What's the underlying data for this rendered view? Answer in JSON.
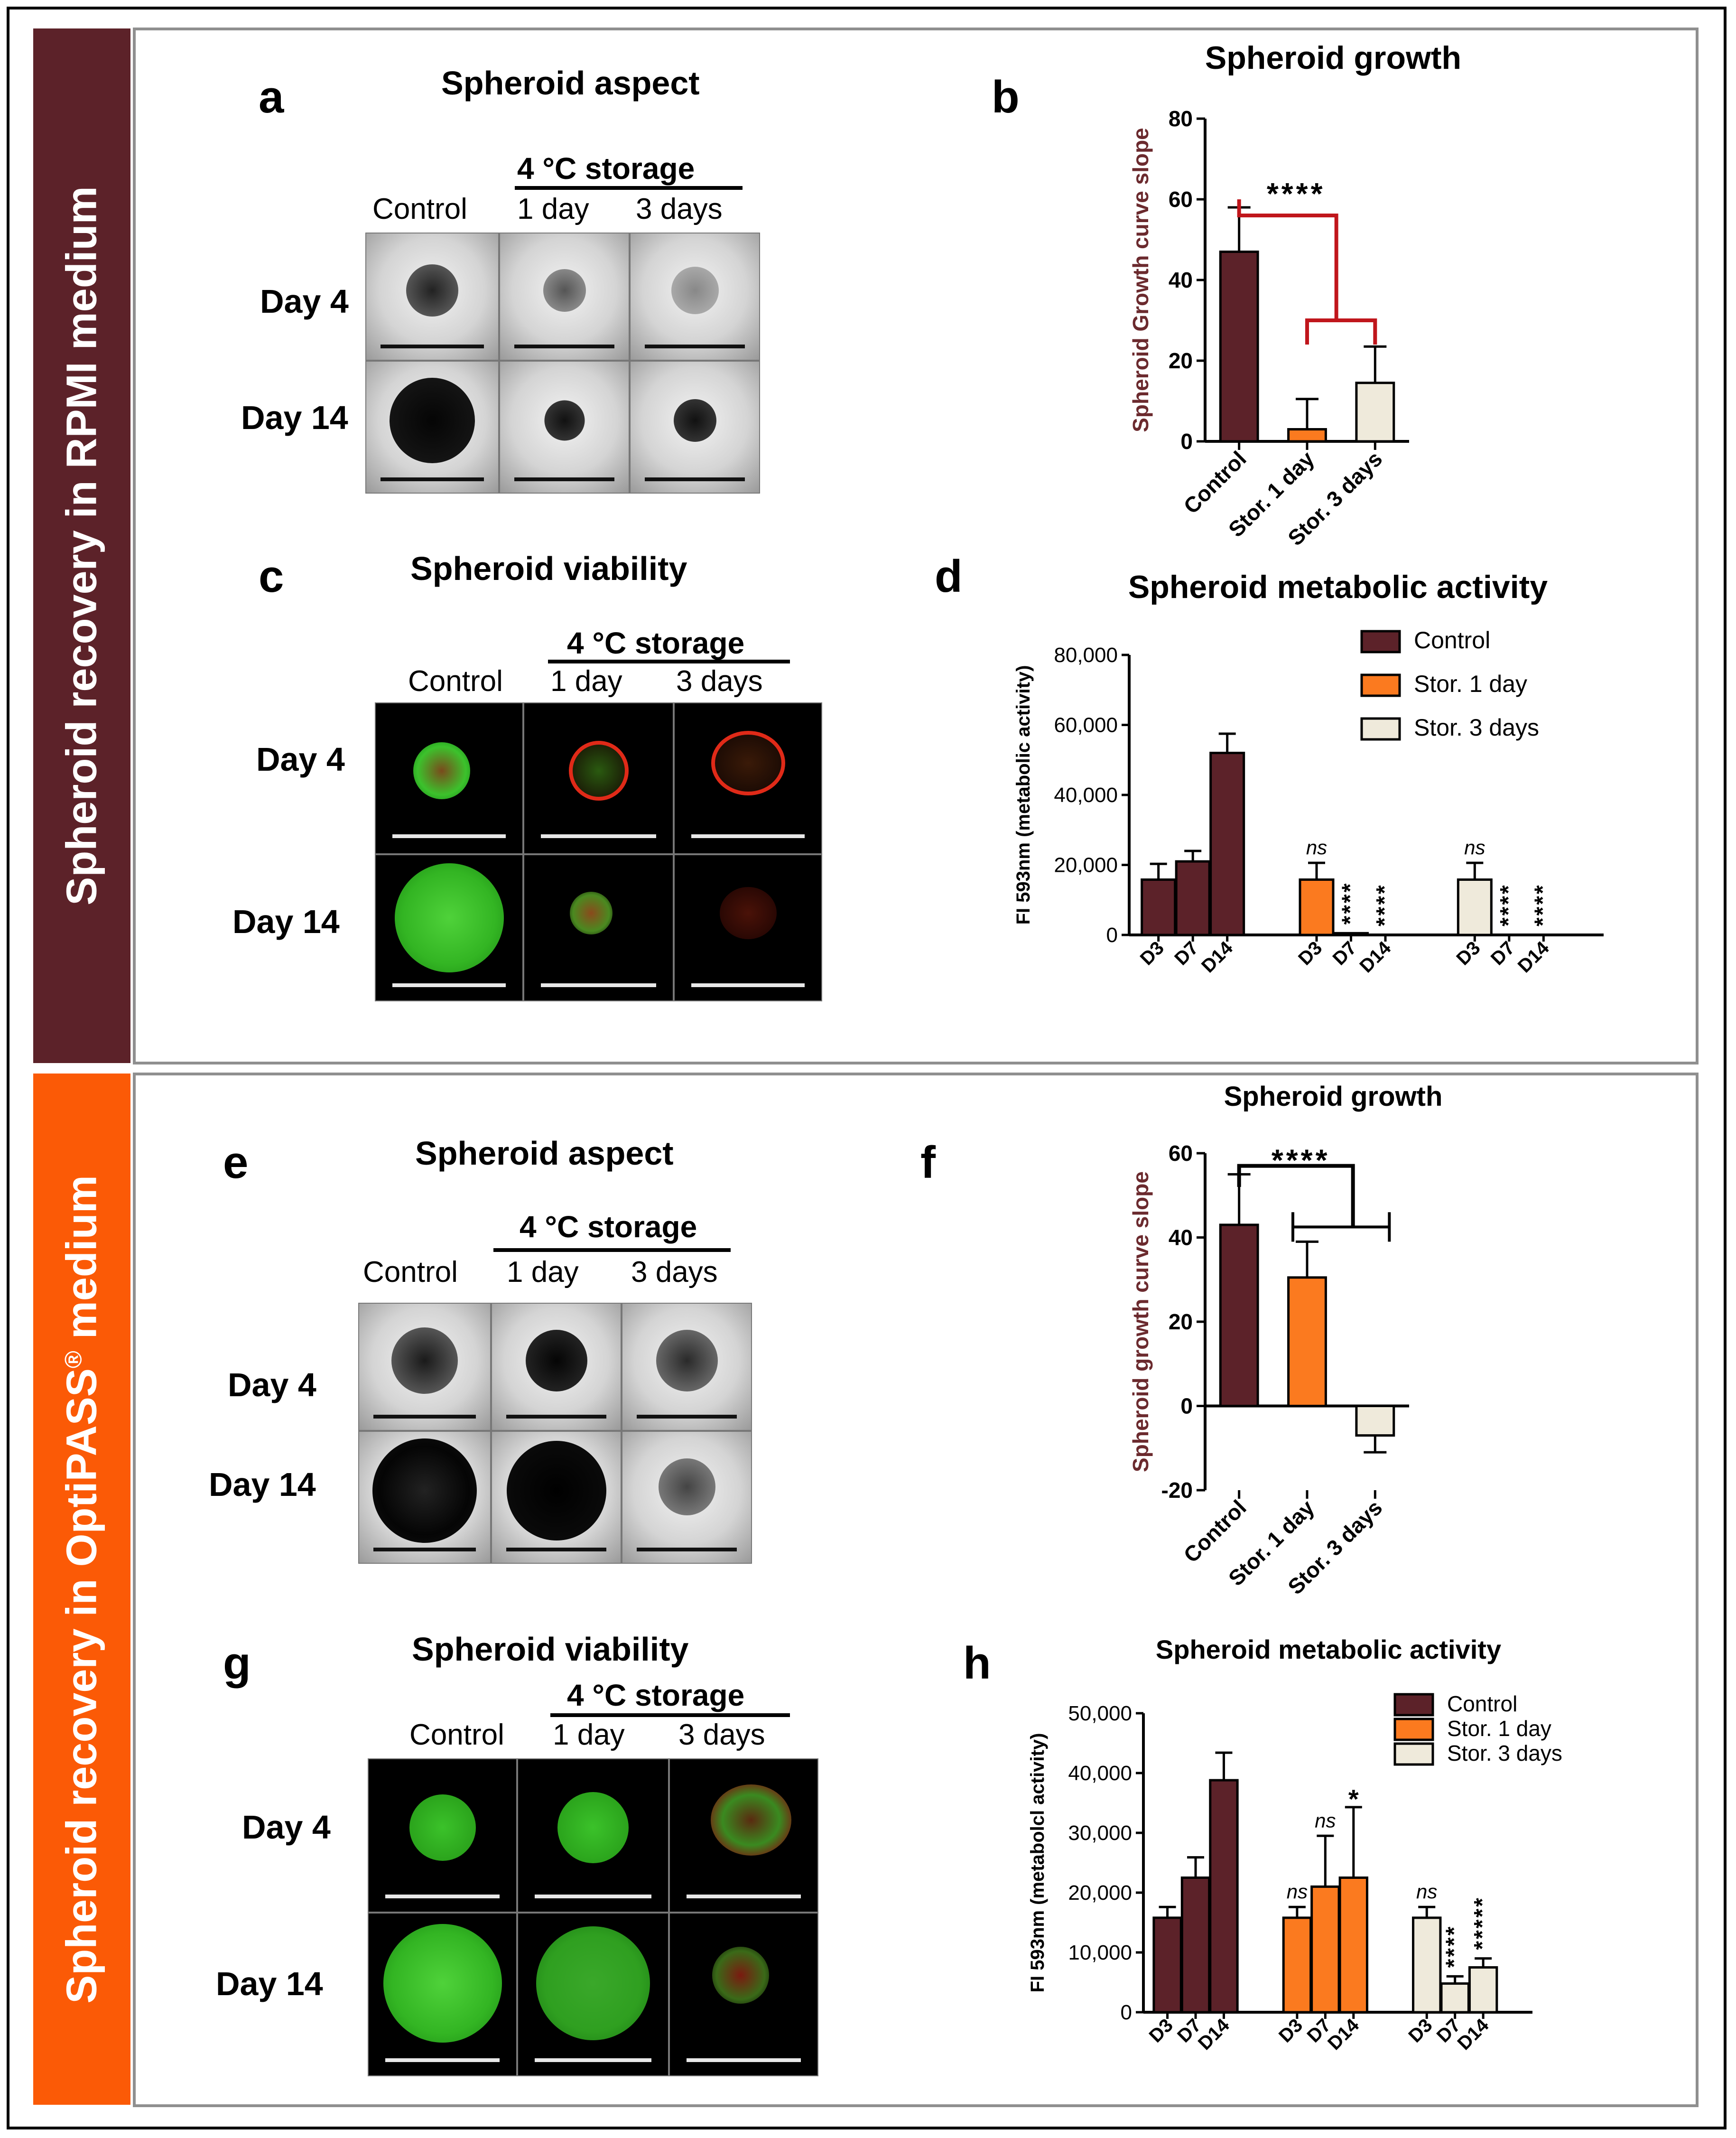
{
  "sections": [
    {
      "label": "Spheroid recovery in RPMI medium",
      "color": "#5c2229"
    },
    {
      "label_main": "Spheroid recovery in OptiPASS",
      "label_sup": "®",
      "label_end": " medium",
      "color": "#fb5a06"
    }
  ],
  "colors": {
    "control": "#5c2229",
    "stor1": "#fb7a1f",
    "stor3": "#efeadb",
    "sig_red": "#c0161c",
    "axis_title": "#6b2a2e"
  },
  "panels": {
    "a": {
      "letter": "a",
      "title": "Spheroid aspect",
      "storage": "4 °C storage",
      "control": "Control",
      "day1": "1 day",
      "day3": "3 days",
      "row1": "Day 4",
      "row2": "Day 14"
    },
    "c": {
      "letter": "c",
      "title": "Spheroid viability",
      "storage": "4 °C storage",
      "control": "Control",
      "day1": "1 day",
      "day3": "3 days",
      "row1": "Day 4",
      "row2": "Day 14"
    },
    "e": {
      "letter": "e",
      "title": "Spheroid aspect",
      "storage": "4 °C storage",
      "control": "Control",
      "day1": "1 day",
      "day3": "3 days",
      "row1": "Day 4",
      "row2": "Day 14"
    },
    "g": {
      "letter": "g",
      "title": "Spheroid viability",
      "storage": "4 °C storage",
      "control": "Control",
      "day1": "1 day",
      "day3": "3 days",
      "row1": "Day 4",
      "row2": "Day 14"
    },
    "b": {
      "letter": "b"
    },
    "d": {
      "letter": "d"
    },
    "f": {
      "letter": "f"
    },
    "h": {
      "letter": "h"
    }
  },
  "chart_data": [
    {
      "id": "b",
      "type": "bar",
      "title": "Spheroid growth",
      "ylabel": "Spheroid Growth curve slope",
      "ylim": [
        0,
        80
      ],
      "yticks": [
        0,
        20,
        40,
        60,
        80
      ],
      "categories": [
        "Control",
        "Stor. 1 day",
        "Stor. 3 days"
      ],
      "values": [
        47,
        3,
        14.5
      ],
      "errors": [
        11,
        7.5,
        9
      ],
      "significance": "****",
      "grid": false
    },
    {
      "id": "d",
      "type": "bar",
      "title": "Spheroid metabolic activity",
      "ylabel": "FI 593nm (metabolic activity)",
      "ylim": [
        0,
        80000
      ],
      "yticks": [
        "0",
        "20,000",
        "40,000",
        "60,000",
        "80,000"
      ],
      "categories": [
        "D3",
        "D7",
        "D14"
      ],
      "series": [
        {
          "name": "Control",
          "values": [
            15800,
            21000,
            52000
          ],
          "errors": [
            4500,
            3000,
            5500
          ],
          "annotations": [
            "",
            "",
            ""
          ]
        },
        {
          "name": "Stor. 1 day",
          "values": [
            15800,
            500,
            0
          ],
          "errors": [
            4800,
            0,
            0
          ],
          "annotations": [
            "ns",
            "****",
            "****"
          ]
        },
        {
          "name": "Stor. 3 days",
          "values": [
            15800,
            0,
            0
          ],
          "errors": [
            4800,
            0,
            0
          ],
          "annotations": [
            "ns",
            "****",
            "****"
          ]
        }
      ],
      "legend": "top-right",
      "grid": false
    },
    {
      "id": "f",
      "type": "bar",
      "title": "Spheroid growth",
      "ylabel": "Spheroid growth curve slope",
      "ylim": [
        -20,
        60
      ],
      "yticks": [
        -20,
        0,
        20,
        40,
        60
      ],
      "categories": [
        "Control",
        "Stor. 1 day",
        "Stor. 3 days"
      ],
      "values": [
        43,
        30.5,
        -7
      ],
      "errors": [
        12,
        8.5,
        4
      ],
      "significance": "****",
      "grid": false
    },
    {
      "id": "h",
      "type": "bar",
      "title": "Spheroid metabolic activity",
      "ylabel": "FI 593nm (metabolcl activity)",
      "ylim": [
        0,
        50000
      ],
      "yticks": [
        "0",
        "10,000",
        "20,000",
        "30,000",
        "40,000",
        "50,000"
      ],
      "categories": [
        "D3",
        "D7",
        "D14"
      ],
      "series": [
        {
          "name": "Control",
          "values": [
            15800,
            22500,
            38800
          ],
          "errors": [
            1800,
            3400,
            4600
          ],
          "annotations": [
            "",
            "",
            ""
          ]
        },
        {
          "name": "Stor. 1 day",
          "values": [
            15800,
            21000,
            22500
          ],
          "errors": [
            1800,
            8500,
            11800
          ],
          "annotations": [
            "ns",
            "ns",
            "*"
          ]
        },
        {
          "name": "Stor. 3 days",
          "values": [
            15800,
            4800,
            7500
          ],
          "errors": [
            1800,
            1200,
            1500
          ],
          "annotations": [
            "ns",
            "****",
            "*****"
          ]
        }
      ],
      "legend": "top-right",
      "grid": false
    }
  ]
}
